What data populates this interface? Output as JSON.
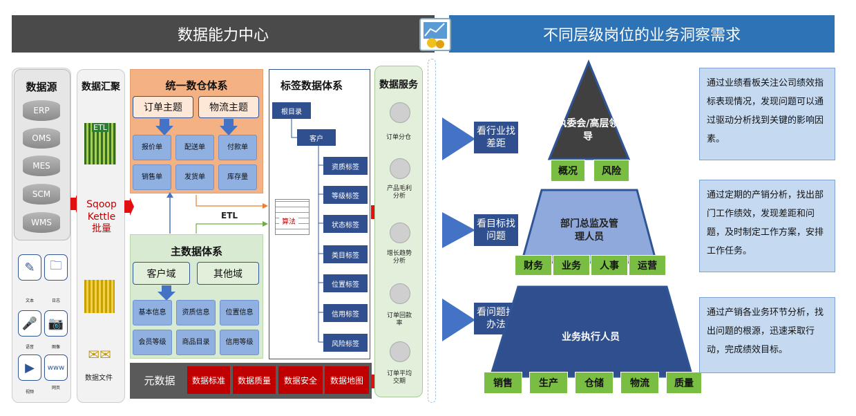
{
  "header": {
    "left": "数据能力中心",
    "right": "不同层级岗位的业务洞察需求"
  },
  "source": {
    "title": "数据源",
    "dbs": [
      "ERP",
      "OMS",
      "MES",
      "SCM",
      "WMS"
    ],
    "icons": [
      {
        "icon": "document-icon",
        "label": "文本"
      },
      {
        "icon": "folder-icon",
        "label": "日志"
      },
      {
        "icon": "microphone-icon",
        "label": "语音"
      },
      {
        "icon": "camera-icon",
        "label": "图像"
      },
      {
        "icon": "video-icon",
        "label": "视频"
      },
      {
        "icon": "www-icon",
        "label": "网页"
      }
    ]
  },
  "gather": {
    "title": "数据汇聚",
    "etl": "ETL",
    "tools": [
      "Sqoop",
      "Kettle",
      "批量"
    ],
    "files": "数据文件"
  },
  "warehouse": {
    "title": "统一数仓体系",
    "topics": [
      "订单主题",
      "物流主题"
    ],
    "cells": [
      "报价单",
      "配送单",
      "付款单",
      "销售单",
      "发货单",
      "库存量"
    ]
  },
  "master": {
    "title": "主数据体系",
    "domains": [
      "客户域",
      "其他域"
    ],
    "cells": [
      "基本信息",
      "资质信息",
      "位置信息",
      "会员等级",
      "商品目录",
      "信用等级"
    ]
  },
  "etl2": "ETL",
  "tags": {
    "title": "标签数据体系",
    "root": "根目录",
    "customer": "客户",
    "algo": "算法",
    "items": [
      "资质标签",
      "等级标签",
      "状态标签",
      "类目标签",
      "位置标签",
      "信用标签",
      "风险标签"
    ]
  },
  "service": {
    "title": "数据服务",
    "items": [
      "订单分仓",
      "产品毛利分析",
      "增长趋势分析",
      "订单回款率",
      "订单平均交期"
    ]
  },
  "meta": {
    "label": "元数据",
    "items": [
      "数据标准",
      "数据质量",
      "数据安全",
      "数据地图"
    ]
  },
  "arrows": [
    "看行业找差距",
    "看目标找问题",
    "看问题找办法"
  ],
  "pyramid": {
    "top": {
      "label": "执委会/高层领导",
      "tags": [
        "概况",
        "风险"
      ]
    },
    "mid": {
      "label": "部门总监及管理人员",
      "tags": [
        "财务",
        "业务",
        "人事",
        "运营"
      ]
    },
    "bottom": {
      "label": "业务执行人员",
      "tags": [
        "销售",
        "生产",
        "仓储",
        "物流",
        "质量"
      ]
    }
  },
  "descs": [
    "通过业绩看板关注公司绩效指标表现情况，发现问题可以通过驱动分析找到关键的影响因素。",
    "通过定期的产销分析，找出部门工作绩效，发现差距和问题，及时制定工作方案，安排工作任务。",
    "通过产销各业务环节分析，找出问题的根源，迅速采取行动，完成绩效目标。"
  ],
  "colors": {
    "dark": "#4a4a4a",
    "blue": "#2f73b7",
    "navy": "#2f4f8f",
    "green": "#79be43",
    "red": "#c00000",
    "orange": "#f4b183",
    "lightgreen": "#d9ead3"
  }
}
